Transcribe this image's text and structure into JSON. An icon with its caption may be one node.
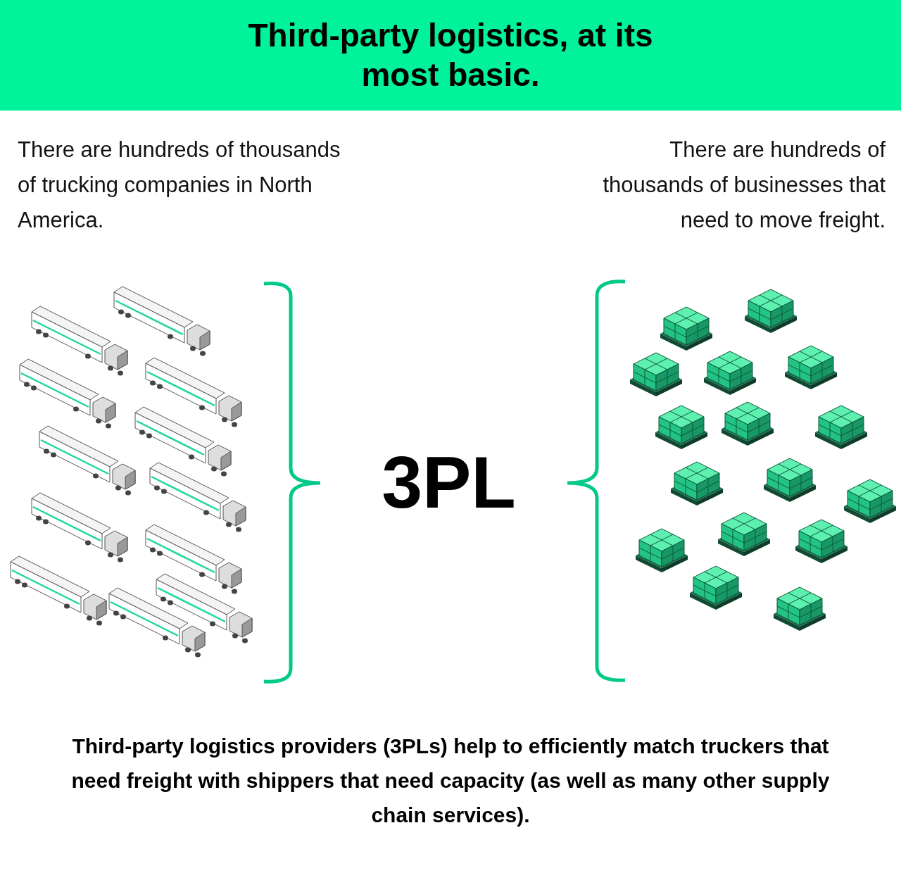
{
  "diagram": {
    "title": "Third-party logistics, at its most basic.",
    "labels": [
      "There are hundreds of thousands of trucking companies in North America.",
      "There are hundreds of thousands of businesses that need to move freight.",
      "3PL"
    ],
    "caption": "Third-party logistics providers (3PLs) help to efficiently match truckers that need freight with shippers that need capacity (as well as many other supply chain services)."
  }
}
